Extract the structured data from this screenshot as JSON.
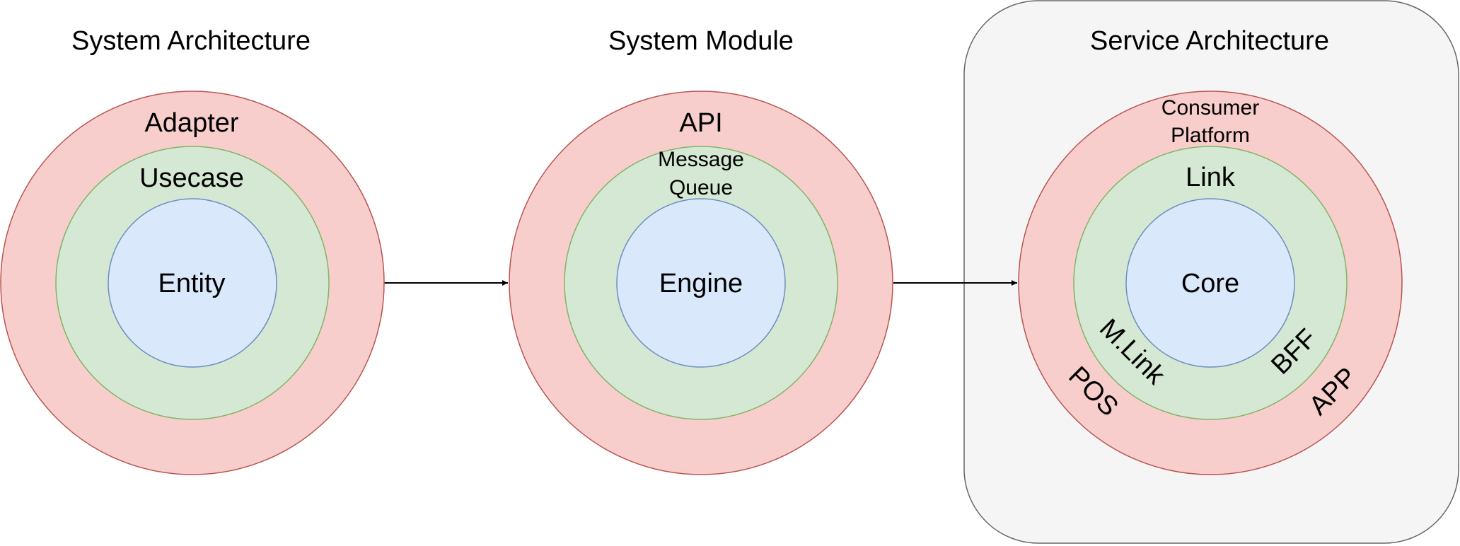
{
  "colors": {
    "outer_fill": "#f8cecc",
    "outer_stroke": "#b85450",
    "middle_fill": "#d5e8d4",
    "middle_stroke": "#82b366",
    "inner_fill": "#dae8fc",
    "inner_stroke": "#6c8ebf",
    "group_fill": "#f5f5f5",
    "group_stroke": "#666666",
    "edge": "#000000"
  },
  "system_architecture": {
    "title": "System Architecture",
    "outer": "Adapter",
    "middle": "Usecase",
    "inner": "Entity"
  },
  "system_module": {
    "title": "System Module",
    "outer": "API",
    "middle": [
      "Message",
      "Queue"
    ],
    "inner": "Engine"
  },
  "service_architecture": {
    "title": "Service Architecture",
    "outer": [
      "Consumer",
      "Platform"
    ],
    "outer_left": "POS",
    "outer_right": "APP",
    "middle": "Link",
    "middle_left": "M.Link",
    "middle_right": "BFF",
    "inner": "Core"
  },
  "edges": [
    {
      "from": "System Architecture",
      "to": "System Module"
    },
    {
      "from": "System Module",
      "to": "Service Architecture"
    }
  ]
}
